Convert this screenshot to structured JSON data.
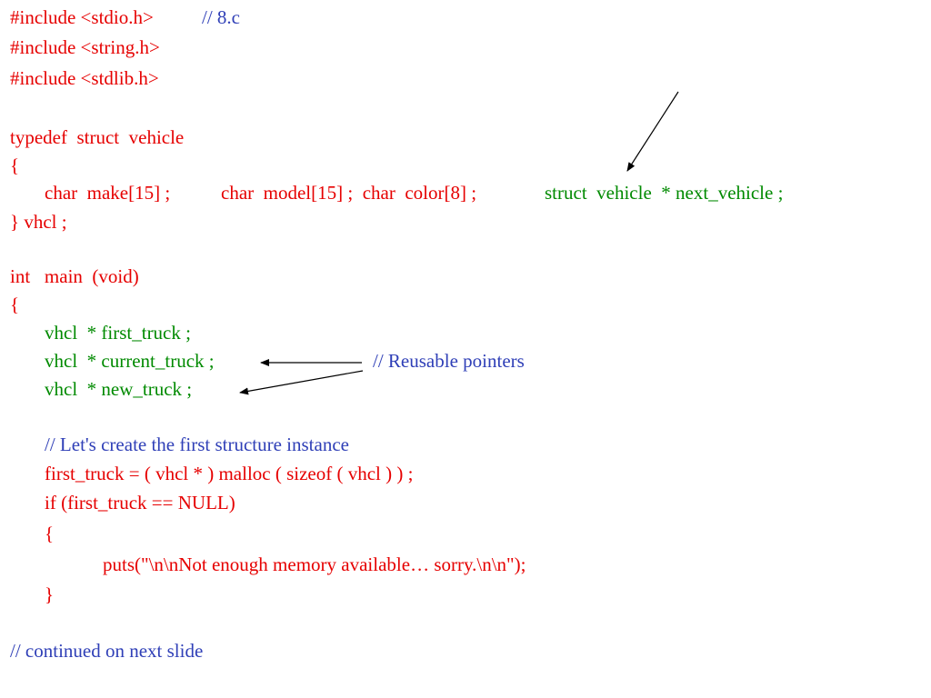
{
  "colors": {
    "keyword": "#e60000",
    "declaration": "#008a00",
    "comment": "#2f3fb7"
  },
  "code": {
    "include_stdio": "#include <stdio.h>",
    "file_comment": "// 8.c",
    "include_string": "#include <string.h>",
    "include_stdlib": "#include <stdlib.h>",
    "typedef_line": "typedef  struct  vehicle",
    "struct_open": "{",
    "member_make": "char  make[15] ;",
    "member_model": "char  model[15] ;  char  color[8] ;",
    "member_next": "struct  vehicle  * next_vehicle ;",
    "struct_close": "} vhcl ;",
    "main_signature": "int   main  (void)",
    "main_open": "{",
    "decl_first": "vhcl  * first_truck ;",
    "decl_current": "vhcl  * current_truck ;",
    "reusable_comment": "// Reusable pointers",
    "decl_new": "vhcl  * new_truck ;",
    "create_comment": "// Let's create the first structure instance",
    "malloc_line": "first_truck = ( vhcl * ) malloc ( sizeof ( vhcl ) ) ;",
    "if_line": "if (first_truck == NULL)",
    "if_open": "{",
    "puts_line": "puts(\"\\n\\nNot enough memory available… sorry.\\n\\n\");",
    "if_close": "}",
    "continued_comment": "// continued on next slide"
  }
}
